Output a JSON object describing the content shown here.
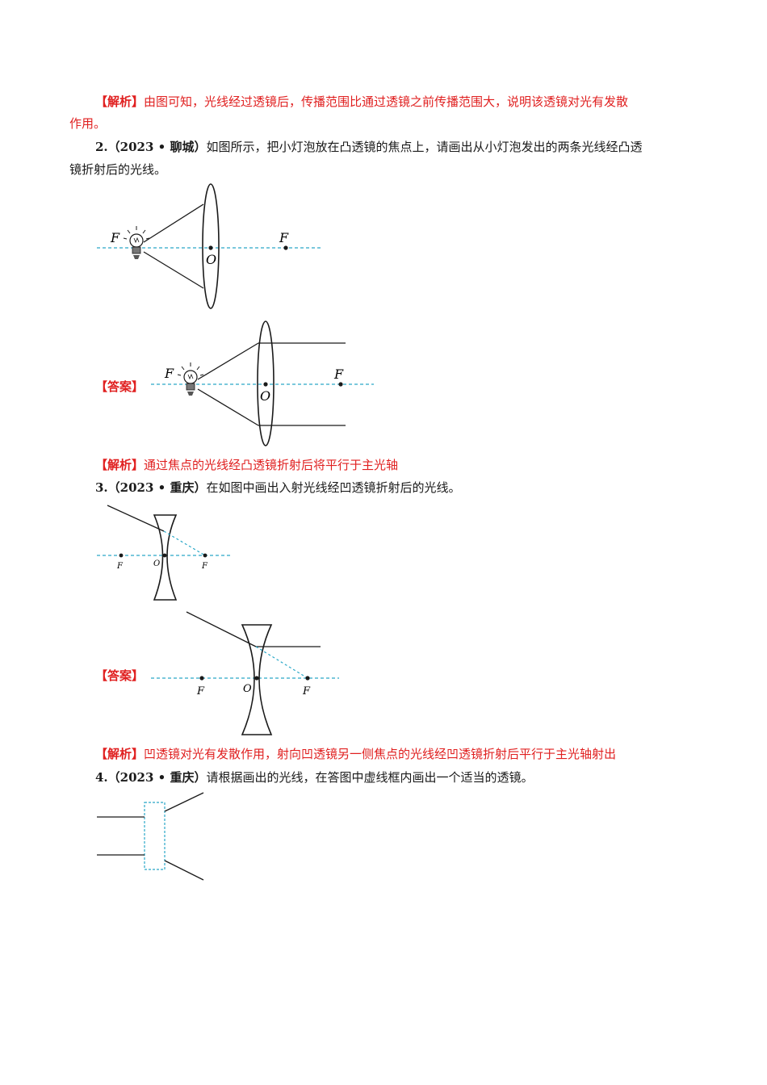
{
  "q1": {
    "analysis_tag": "【解析】",
    "analysis_line1": "由图可知，光线经过透镜后，传播范围比通过透镜之前传播范围大，说明该透镜对光有发散",
    "analysis_line2": "作用。"
  },
  "q2": {
    "number": "2.",
    "source": "（2023 • 聊城）",
    "text_line1": "如图所示，把小灯泡放在凸透镜的焦点上，请画出从小灯泡发出的两条光线经凸透",
    "text_line2": "镜折射后的光线。",
    "fig_label_f_left": "F",
    "fig_label_o": "O",
    "fig_label_f_right": "F",
    "answer_tag": "【答案】",
    "analysis_tag": "【解析】",
    "analysis_text": "通过焦点的光线经凸透镜折射后将平行于主光轴"
  },
  "q3": {
    "number": "3.",
    "source": "（2023 • 重庆）",
    "text": "在如图中画出入射光线经凹透镜折射后的光线。",
    "fig_label_f_left": "F",
    "fig_label_o": "O",
    "fig_label_f_right": "F",
    "answer_tag": "【答案】",
    "analysis_tag": "【解析】",
    "analysis_text": "凹透镜对光有发散作用，射向凹透镜另一侧焦点的光线经凹透镜折射后平行于主光轴射出"
  },
  "q4": {
    "number": "4.",
    "source": "（2023 • 重庆）",
    "text": "请根据画出的光线，在答图中虚线框内画出一个适当的透镜。"
  },
  "colors": {
    "analysis_red": "#e02020",
    "axis_cyan": "#2aa8c8",
    "ink": "#1a1a1a"
  }
}
